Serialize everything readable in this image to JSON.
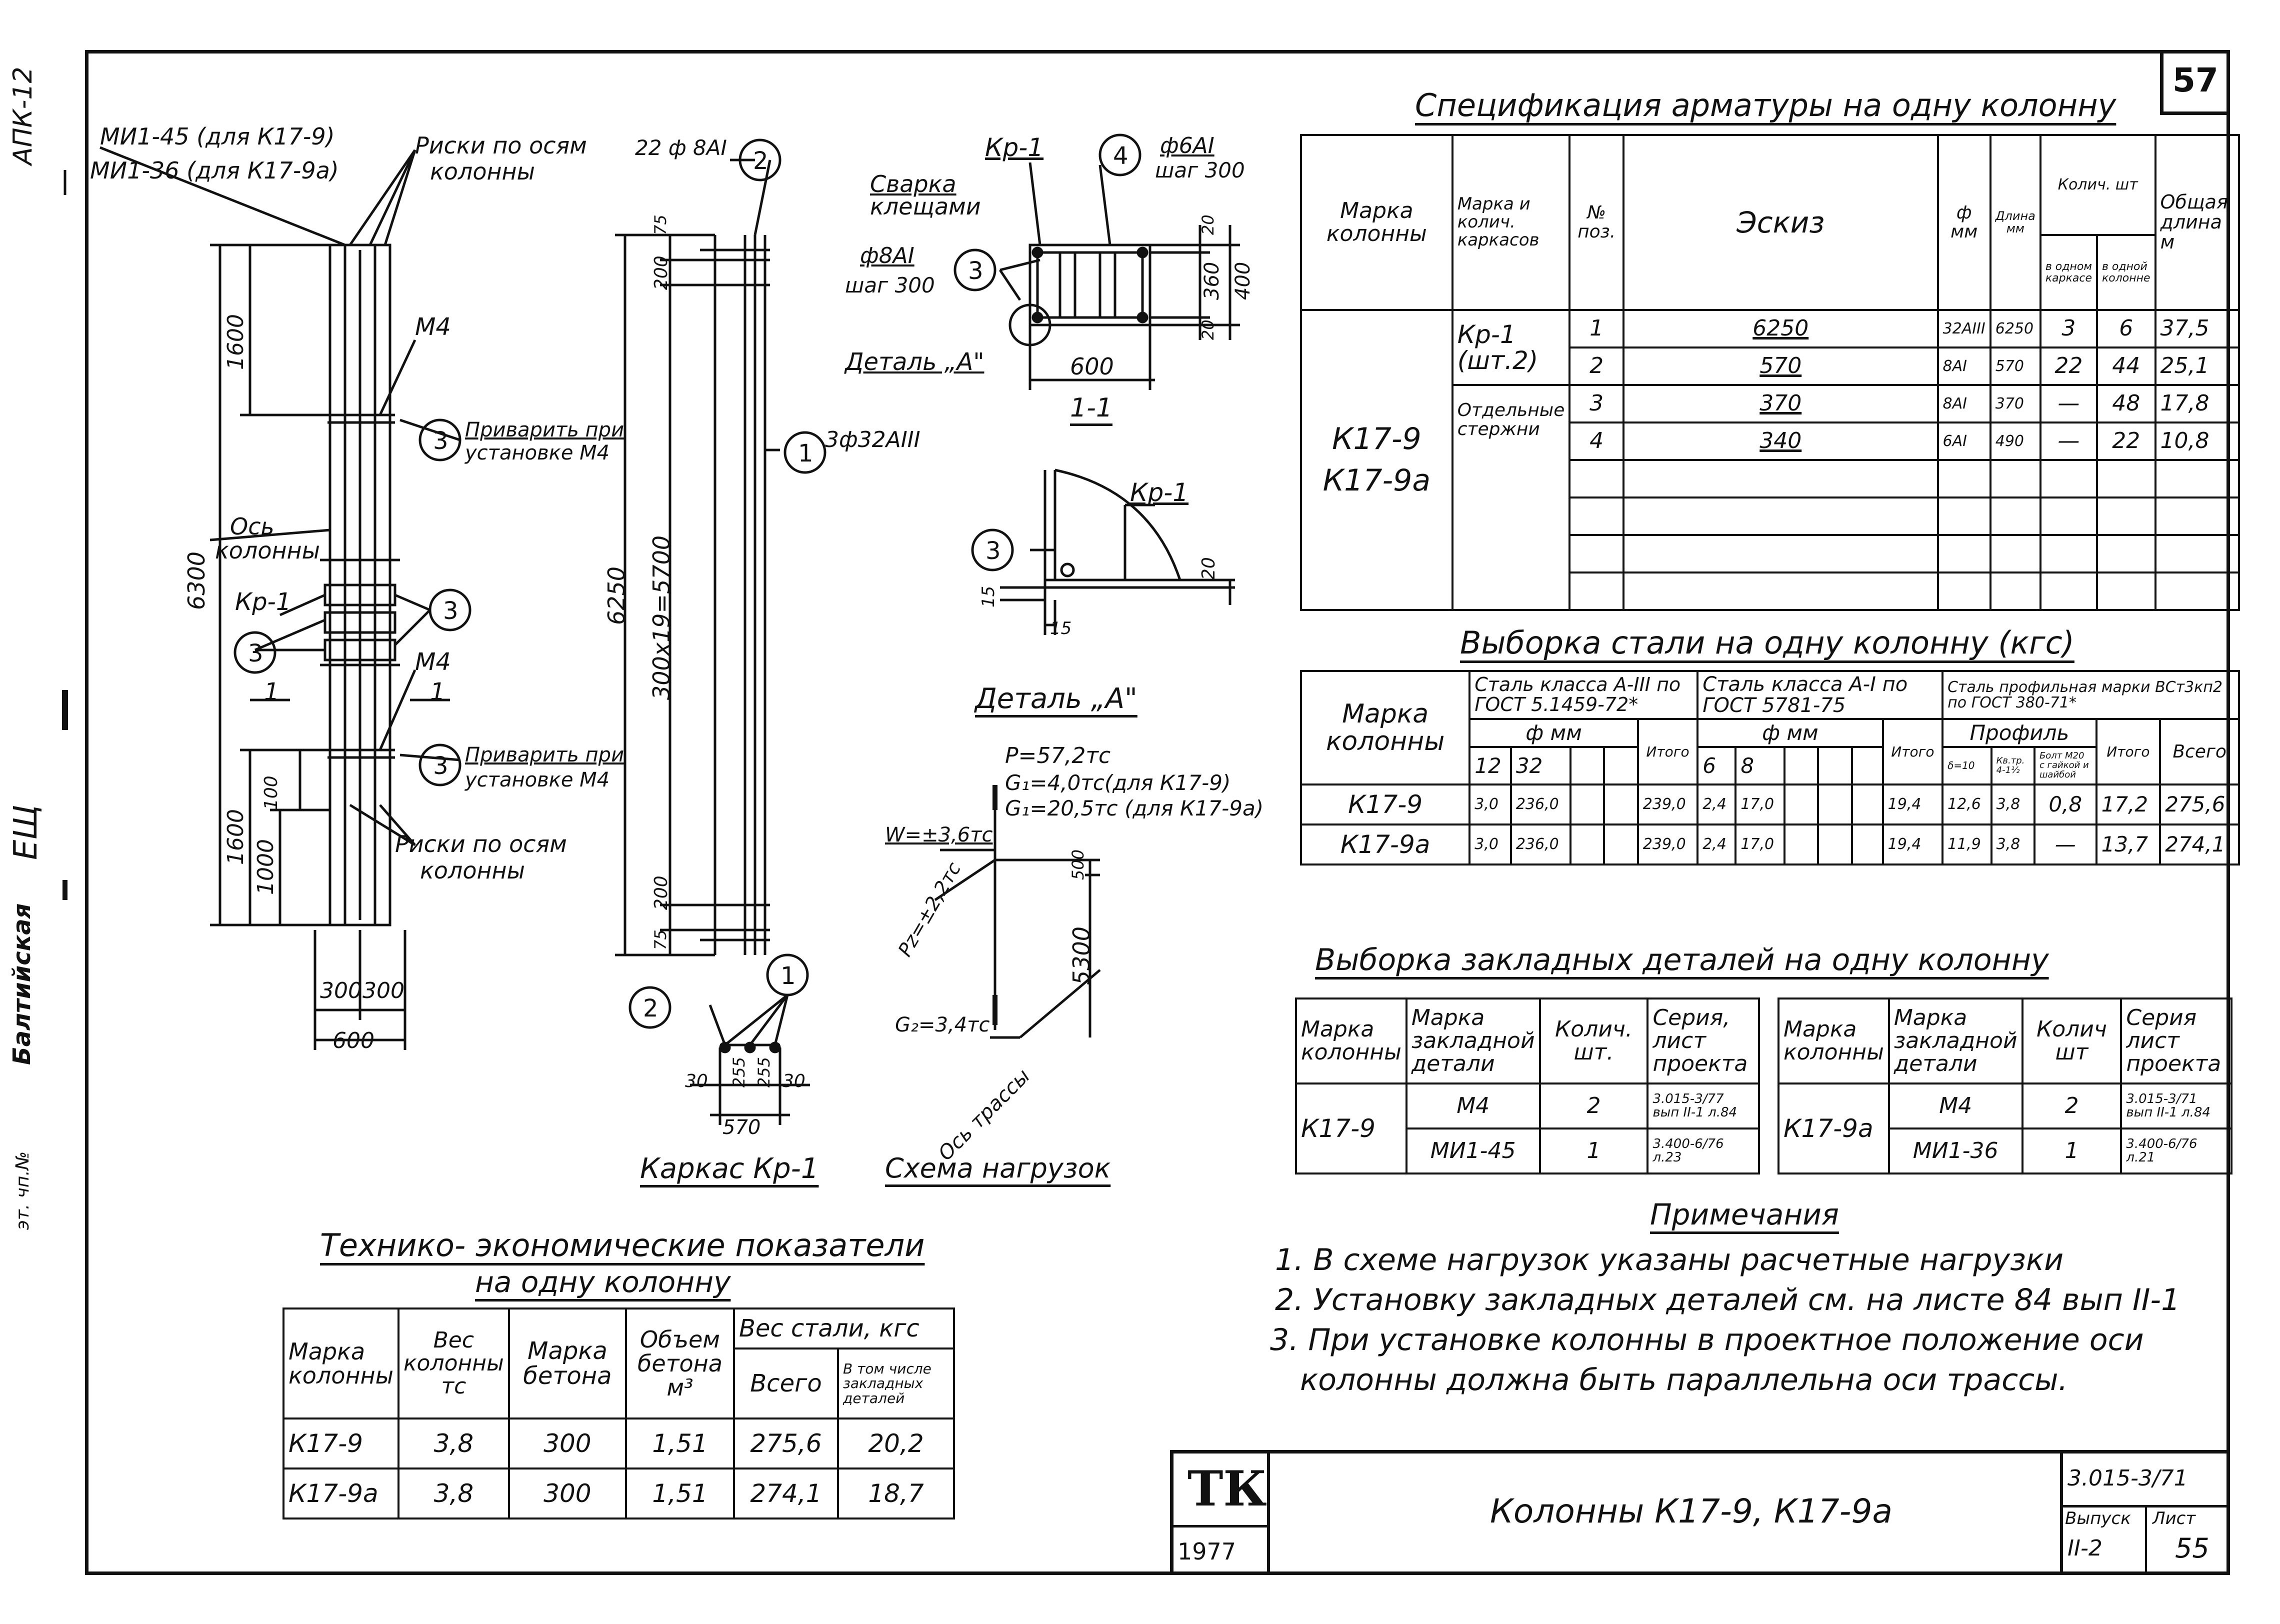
{
  "sheet": {
    "number": "57",
    "side_code": "АПК-12",
    "side_stamp_1": "ЕЩ",
    "side_stamp_2": "Балтийская",
    "side_stamp_3": "эт. чп.№",
    "ink_color": "#111111"
  },
  "column_view": {
    "mark_1": "МИ1-45 (для К17-9)",
    "mark_2": "МИ1-36 (для К17-9а)",
    "risk_top": "Риски по осям",
    "risk_top_2": "колонны",
    "m4_top": "М4",
    "weld_1": "Приварить при",
    "weld_1b": "установке М4",
    "axis": "Ось",
    "axis_2": "колонны",
    "kr1": "Кр-1",
    "m4_bottom": "М4",
    "weld_2": "Приварить при",
    "weld_2b": "установке М4",
    "risk_bottom": "Риски по осям",
    "risk_bottom_2": "колонны",
    "dim_6300": "6300",
    "dim_1600_top": "1600",
    "dim_1600_bottom": "1600",
    "dim_1000": "1000",
    "dim_100": "100",
    "dim_300a": "300",
    "dim_300b": "300",
    "dim_600": "600",
    "ref_3": "3",
    "section_1": "1"
  },
  "cage_view": {
    "label_22": "22 ф 8АI",
    "ref_2": "2",
    "ref_1": "1",
    "label_3f32": "3ф32АIII",
    "dim_6250": "6250",
    "dim_span": "300х19=5700",
    "dim_75": "75",
    "dim_200": "200",
    "caption": "Каркас Кр-1",
    "dim_30a": "30",
    "dim_255a": "255",
    "dim_255b": "255",
    "dim_30b": "30",
    "dim_570": "570"
  },
  "section_view": {
    "kr1": "Кр-1",
    "ref_4": "4",
    "f6": "ф6АI",
    "step300a": "шаг 300",
    "weld": "Сварка",
    "weld_2": "клещами",
    "f8": "ф8АI",
    "step300b": "шаг 300",
    "ref_3": "3",
    "detail": "Деталь „А\"",
    "dim_600": "600",
    "dim_20a": "20",
    "dim_360": "360",
    "dim_20b": "20",
    "dim_400": "400",
    "caption": "1-1"
  },
  "detail_a": {
    "kr1": "Кр-1",
    "ref_3": "3",
    "dim_20": "20",
    "dim_15a": "15",
    "dim_15b": "15",
    "caption": "Деталь „А\""
  },
  "load_scheme": {
    "p": "P=57,2тс",
    "g1a": "G₁=4,0тс(для К17-9)",
    "g1b": "G₁=20,5тс (для К17-9а)",
    "w": "W=±3,6тс",
    "pz": "Pz=±2,2тс",
    "g2": "G₂=3,4тс",
    "dim_500": "500",
    "dim_5300": "5300",
    "axis": "Ось трассы",
    "caption": "Схема нагрузок"
  },
  "spec": {
    "title": "Спецификация арматуры на одну колонну",
    "headers": [
      "Марка колонны",
      "Марка и колич. каркасов",
      "№ поз.",
      "Эскиз",
      "ф мм",
      "Длина мм",
      "Колич. шт",
      "Общая длина м"
    ],
    "sub_headers": [
      "в одном каркасе",
      "в одной колонне"
    ],
    "column_marks": [
      "К17-9",
      "К17-9а"
    ],
    "groups": [
      "Кр-1 (шт.2)",
      "Отдельные стержни"
    ],
    "rows": [
      {
        "pos": "1",
        "sketch": "6250",
        "d": "32АIII",
        "len": "6250",
        "n1": "3",
        "n2": "6",
        "total": "37,5"
      },
      {
        "pos": "2",
        "sketch": "570",
        "d": "8АI",
        "len": "570",
        "n1": "22",
        "n2": "44",
        "total": "25,1"
      },
      {
        "pos": "3",
        "sketch": "370",
        "d": "8АI",
        "len": "370",
        "n1": "—",
        "n2": "48",
        "total": "17,8"
      },
      {
        "pos": "4",
        "sketch": "340",
        "d": "6АI",
        "len": "490",
        "n1": "—",
        "n2": "22",
        "total": "10,8"
      }
    ]
  },
  "steel": {
    "title": "Выборка стали на одну колонну (кгс)",
    "h_mark": "Марка колонны",
    "h_a3": "Сталь класса А-III по ГОСТ 5.1459-72*",
    "h_a1": "Сталь класса А-I по ГОСТ 5781-75",
    "h_prof": "Сталь профильная марки ВСт3кп2 по ГОСТ 380-71*",
    "h_fmm_a": "ф мм",
    "h_fmm_b": "ф мм",
    "h_profile": "Профиль",
    "h_12": "12",
    "h_32": "32",
    "h_6": "6",
    "h_8": "8",
    "h_itogo1": "Итого",
    "h_itogo2": "Итого",
    "h_itogo3": "Итого",
    "h_s10": "δ=10",
    "h_kvtr": "Кв.тр. 4-1½",
    "h_bolt": "Болт М20 с гайкой и шайбой",
    "h_total": "Всего",
    "rows": [
      {
        "mark": "К17-9",
        "v12": "3,0",
        "v32": "236,0",
        "it1": "239,0",
        "v6": "2,4",
        "v8": "17,0",
        "it2": "19,4",
        "s10": "12,6",
        "kv": "3,8",
        "bolt": "0,8",
        "it3": "17,2",
        "total": "275,6"
      },
      {
        "mark": "К17-9а",
        "v12": "3,0",
        "v32": "236,0",
        "it1": "239,0",
        "v6": "2,4",
        "v8": "17,0",
        "it2": "19,4",
        "s10": "11,9",
        "kv": "3,8",
        "bolt": "—",
        "it3": "13,7",
        "total": "274,1"
      }
    ]
  },
  "embedded": {
    "title": "Выборка закладных деталей на одну колонну",
    "headers_a": [
      "Марка колонны",
      "Марка закладной детали",
      "Колич. шт.",
      "Серия, лист проекта"
    ],
    "headers_b": [
      "Марка колонны",
      "Марка закладной детали",
      "Колич шт",
      "Серия лист проекта"
    ],
    "left": {
      "mark": "К17-9",
      "rows": [
        {
          "part": "М4",
          "qty": "2",
          "series": "3.015-3/77 вып II-1 л.84"
        },
        {
          "part": "МИ1-45",
          "qty": "1",
          "series": "3.400-6/76 л.23"
        }
      ]
    },
    "right": {
      "mark": "К17-9а",
      "rows": [
        {
          "part": "М4",
          "qty": "2",
          "series": "3.015-3/71 вып II-1 л.84"
        },
        {
          "part": "МИ1-36",
          "qty": "1",
          "series": "3.400-6/76 л.21"
        }
      ]
    }
  },
  "notes": {
    "title": "Примечания",
    "items": [
      "1. В схеме нагрузок указаны расчетные нагрузки",
      "2. Установку закладных деталей см. на листе 84 вып II-1",
      "3. При установке колонны в проектное положение оси",
      "колонны должна быть параллельна оси трассы."
    ]
  },
  "tech": {
    "title": "Технико- экономические показатели",
    "subtitle": "на одну колонну",
    "headers": [
      "Марка колонны",
      "Вес колонны тс",
      "Марка бетона",
      "Объем бетона м³",
      "Вес стали, кгс",
      "Всего",
      "В том числе закладных деталей"
    ],
    "rows": [
      {
        "mark": "К17-9",
        "weight": "3,8",
        "grade": "300",
        "vol": "1,51",
        "steel": "275,6",
        "emb": "20,2"
      },
      {
        "mark": "К17-9а",
        "weight": "3,8",
        "grade": "300",
        "vol": "1,51",
        "steel": "274,1",
        "emb": "18,7"
      }
    ]
  },
  "title_block": {
    "org": "ТК",
    "year": "1977",
    "name": "Колонны К17-9, К17-9а",
    "series": "3.015-3/71",
    "issue_label": "Выпуск",
    "issue": "II-2",
    "sheet_label": "Лист",
    "sheet": "55"
  }
}
